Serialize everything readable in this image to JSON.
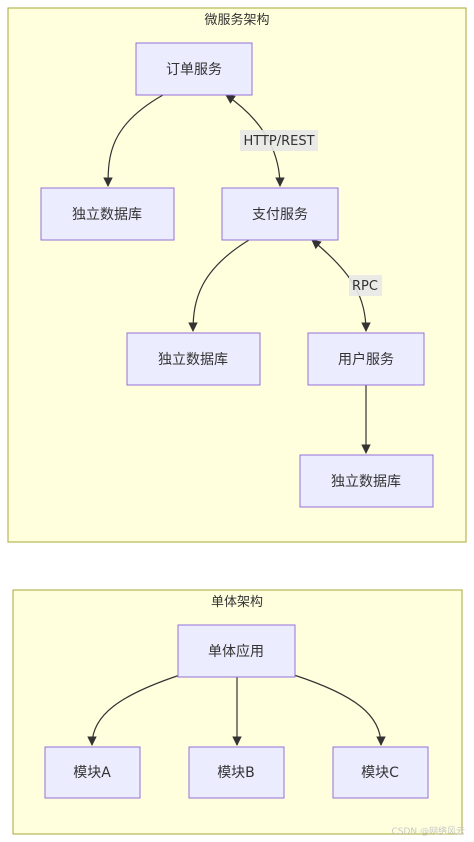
{
  "microservice": {
    "title": "微服务架构",
    "nodes": {
      "order": "订单服务",
      "db1": "独立数据库",
      "payment": "支付服务",
      "db2": "独立数据库",
      "user": "用户服务",
      "db3": "独立数据库"
    },
    "edge_labels": {
      "order_payment": "HTTP/REST",
      "payment_user": "RPC"
    }
  },
  "monolith": {
    "title": "单体架构",
    "nodes": {
      "app": "单体应用",
      "moduleA": "模块A",
      "moduleB": "模块B",
      "moduleC": "模块C"
    }
  },
  "watermark": "CSDN @网络风云"
}
